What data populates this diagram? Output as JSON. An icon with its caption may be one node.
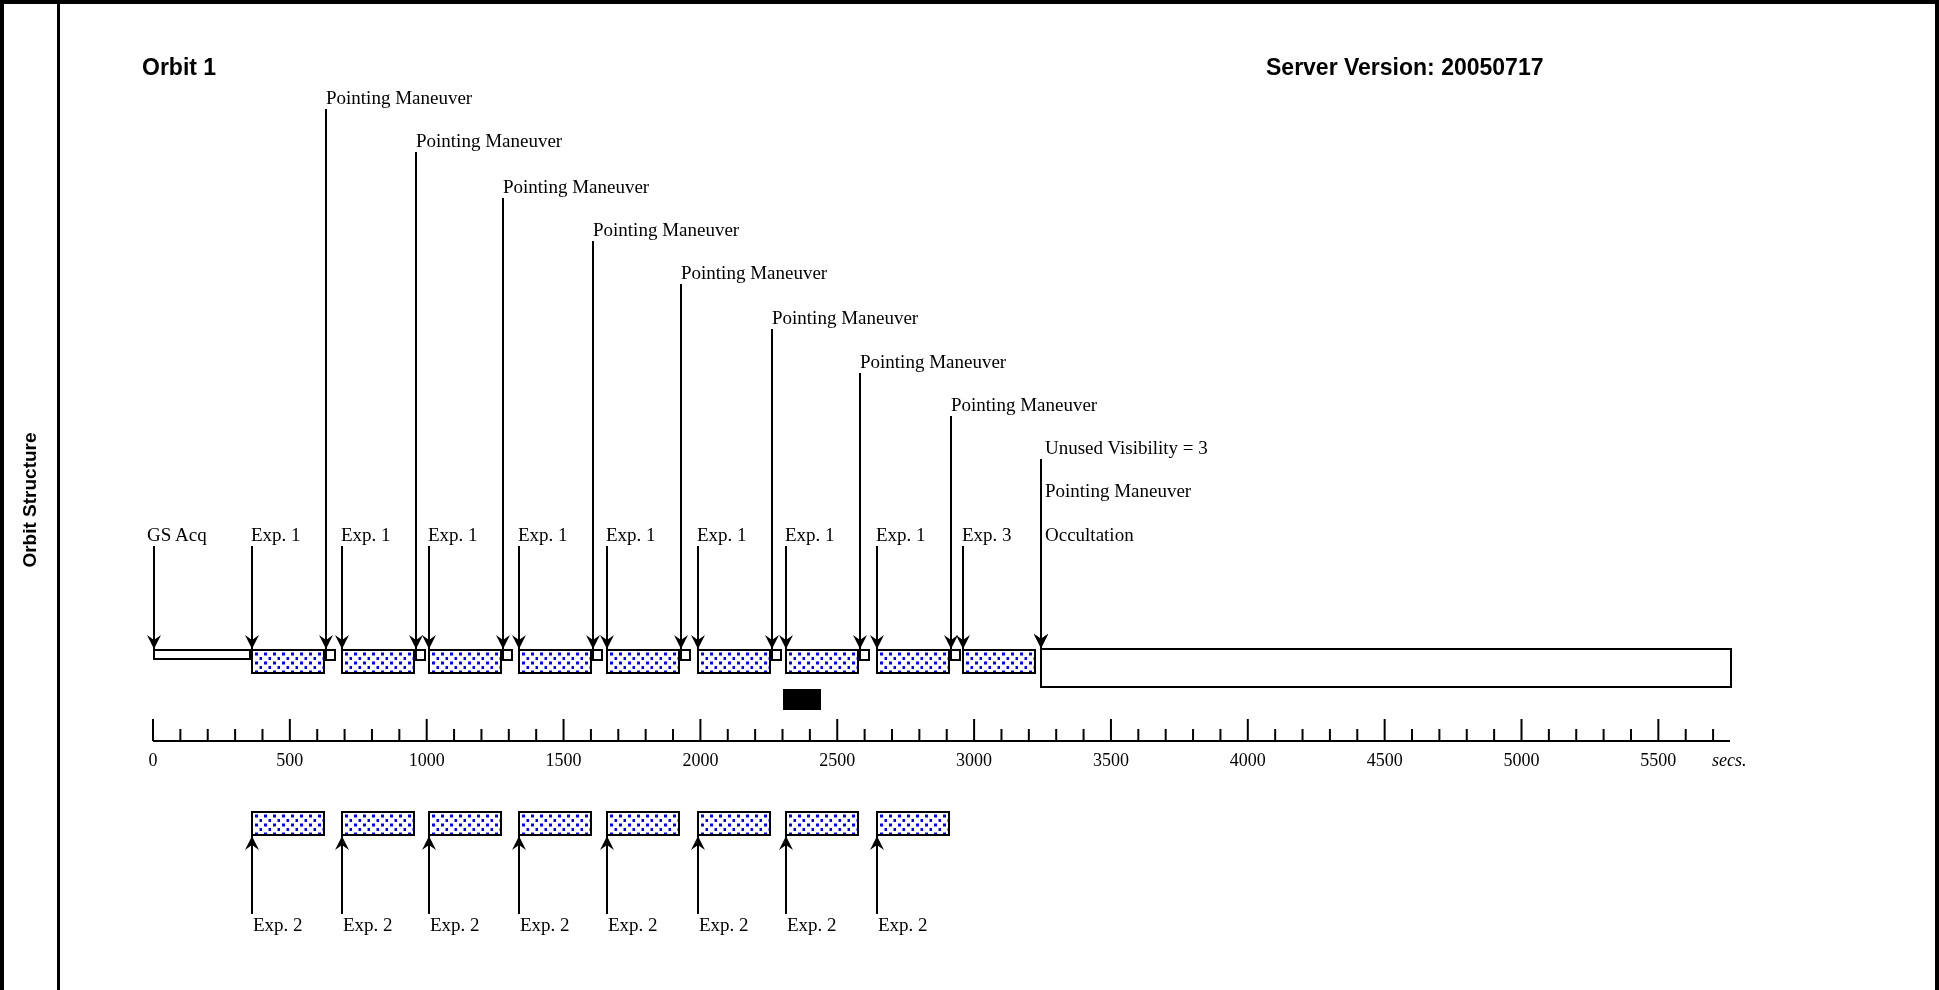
{
  "diagram": {
    "title": "Orbit 1",
    "nodes": [
      {
        "text": [
          "Pointing Maneuver"
        ]
      },
      {
        "text": [
          "Pointing Maneuver"
        ]
      },
      {
        "text": [
          "Pointing Maneuver"
        ]
      },
      {
        "text": [
          "Pointing Maneuver"
        ]
      },
      {
        "text": [
          "Pointing Maneuver"
        ]
      },
      {
        "text": [
          "Pointing Maneuver"
        ]
      },
      {
        "text": [
          "Pointing Maneuver"
        ]
      },
      {
        "text": [
          "Pointing Maneuver"
        ]
      },
      {
        "text": [
          "Unused Visibility = 3"
        ]
      },
      {
        "text": [
          "Pointing Maneuver"
        ]
      },
      {
        "text": [
          "GS Acq"
        ]
      },
      {
        "text": [
          "Exp. 1"
        ]
      },
      {
        "text": [
          "Exp. 1"
        ]
      },
      {
        "text": [
          "Exp. 1"
        ]
      },
      {
        "text": [
          "Exp. 1"
        ]
      },
      {
        "text": [
          "Exp. 1"
        ]
      },
      {
        "text": [
          "Exp. 1"
        ]
      },
      {
        "text": [
          "Exp. 1"
        ]
      },
      {
        "text": [
          "Exp. 1"
        ]
      },
      {
        "text": [
          "Exp. 3"
        ]
      },
      {
        "text": [
          "Occultation"
        ]
      },
      {
        "text": [],
        "shape": "box"
      },
      {
        "text": [],
        "shape": "box"
      },
      {
        "text": [],
        "shape": "box"
      },
      {
        "text": [],
        "shape": "box"
      },
      {
        "text": [],
        "shape": "box"
      },
      {
        "text": [],
        "shape": "box"
      },
      {
        "text": [],
        "shape": "box"
      },
      {
        "text": [],
        "shape": "box"
      },
      {
        "text": [],
        "shape": "box"
      },
      {
        "text": [],
        "shape": "box"
      },
      {
        "text": [],
        "shape": "box"
      },
      {
        "text": [],
        "shape": "box"
      },
      {
        "text": [],
        "shape": "box"
      },
      {
        "text": [],
        "shape": "box"
      },
      {
        "text": [],
        "shape": "box"
      },
      {
        "text": [],
        "shape": "box"
      },
      {
        "text": [],
        "shape": "box"
      },
      {
        "text": [],
        "shape": "box"
      },
      {
        "text": [],
        "shape": "box"
      },
      {
        "text": [],
        "shape": "bar"
      },
      {
        "text": [],
        "shape": "box"
      },
      {
        "text": [],
        "shape": "box"
      },
      {
        "text": [],
        "shape": "box"
      },
      {
        "text": [],
        "shape": "box"
      },
      {
        "text": [],
        "shape": "box"
      },
      {
        "text": [],
        "shape": "box"
      },
      {
        "text": [],
        "shape": "box"
      },
      {
        "text": [],
        "shape": "box"
      },
      {
        "text": [
          "Exp. 2"
        ]
      },
      {
        "text": [
          "Exp. 2"
        ]
      },
      {
        "text": [
          "Exp. 2"
        ]
      },
      {
        "text": [
          "Exp. 2"
        ]
      },
      {
        "text": [
          "Exp. 2"
        ]
      },
      {
        "text": [
          "Exp. 2"
        ]
      },
      {
        "text": [
          "Exp. 2"
        ]
      },
      {
        "text": [
          "Exp. 2"
        ]
      }
    ],
    "edges": [
      {
        "from": 0,
        "to": 23,
        "arrow": "to"
      },
      {
        "from": 1,
        "to": 25,
        "arrow": "to"
      },
      {
        "from": 2,
        "to": 27,
        "arrow": "to"
      },
      {
        "from": 3,
        "to": 29,
        "arrow": "to"
      },
      {
        "from": 4,
        "to": 31,
        "arrow": "to"
      },
      {
        "from": 5,
        "to": 33,
        "arrow": "to"
      },
      {
        "from": 6,
        "to": 35,
        "arrow": "to"
      },
      {
        "from": 7,
        "to": 37,
        "arrow": "to"
      },
      {
        "from": 8,
        "to": 39,
        "arrow": "to"
      },
      {
        "from": 9,
        "to": 39,
        "arrow": "to"
      },
      {
        "from": 10,
        "to": 21,
        "arrow": "to"
      },
      {
        "from": 11,
        "to": 22,
        "arrow": "to"
      },
      {
        "from": 12,
        "to": 24,
        "arrow": "to"
      },
      {
        "from": 13,
        "to": 26,
        "arrow": "to"
      },
      {
        "from": 14,
        "to": 28,
        "arrow": "to"
      },
      {
        "from": 15,
        "to": 30,
        "arrow": "to"
      },
      {
        "from": 16,
        "to": 32,
        "arrow": "to"
      },
      {
        "from": 17,
        "to": 34,
        "arrow": "to"
      },
      {
        "from": 18,
        "to": 36,
        "arrow": "to"
      },
      {
        "from": 19,
        "to": 38,
        "arrow": "to"
      },
      {
        "from": 20,
        "to": 39,
        "arrow": "to"
      },
      {
        "from": 49,
        "to": 41,
        "arrow": "to"
      },
      {
        "from": 50,
        "to": 42,
        "arrow": "to"
      },
      {
        "from": 51,
        "to": 43,
        "arrow": "to"
      },
      {
        "from": 52,
        "to": 44,
        "arrow": "to"
      },
      {
        "from": 53,
        "to": 45,
        "arrow": "to"
      },
      {
        "from": 54,
        "to": 46,
        "arrow": "to"
      },
      {
        "from": 55,
        "to": 47,
        "arrow": "to"
      },
      {
        "from": 56,
        "to": 48,
        "arrow": "to"
      }
    ],
    "labels": [
      "Orbit Structure",
      "Server Version: 20050717",
      "0",
      "500",
      "1000",
      "1500",
      "2000",
      "2500",
      "3000",
      "3500",
      "4000",
      "4500",
      "5000",
      "5500",
      "secs."
    ]
  }
}
